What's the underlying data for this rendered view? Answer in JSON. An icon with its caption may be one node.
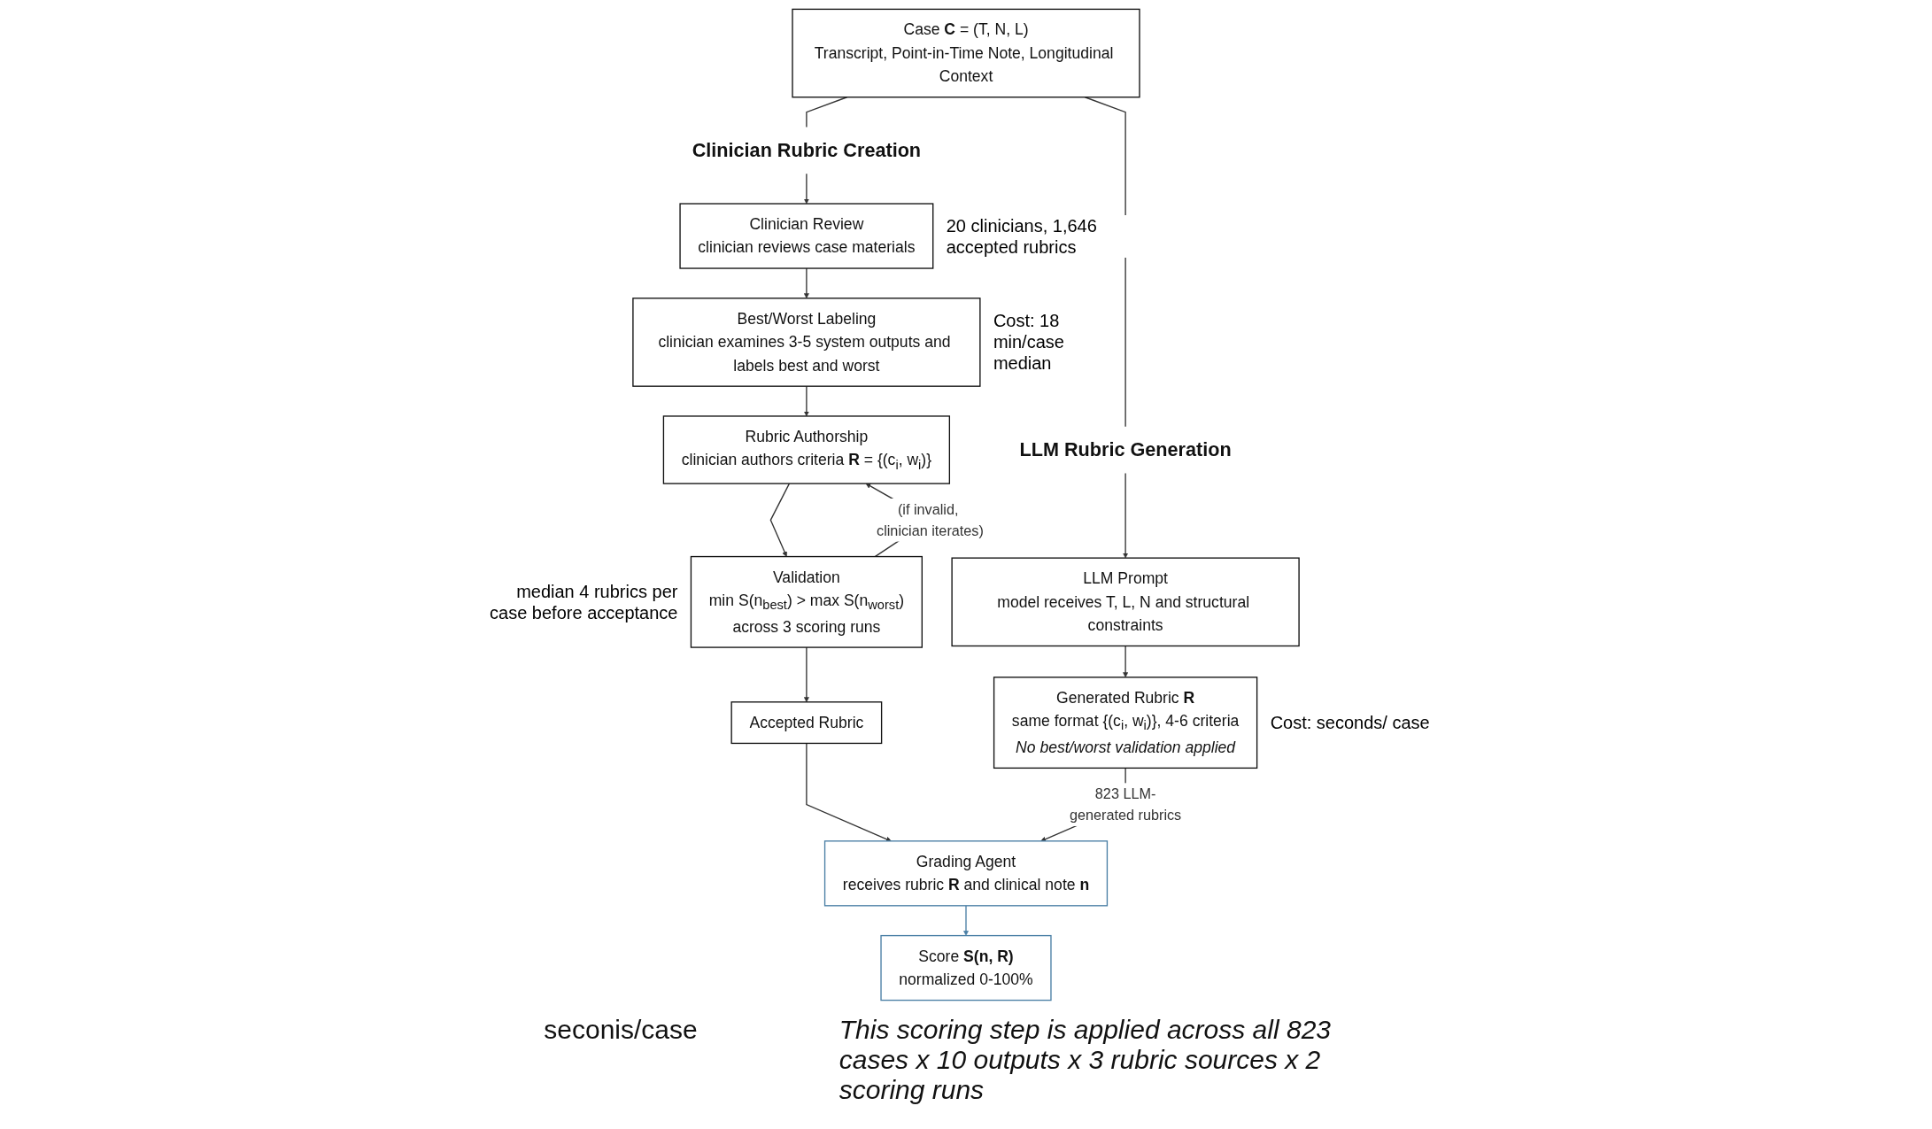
{
  "diagram": {
    "nodes": [
      {
        "text": [
          "Case **C** = (T, N, L)",
          "Transcript, Point-in-Time Note, Longitudinal Context"
        ]
      },
      {
        "text": [
          "Clinician Rubric Creation"
        ]
      },
      {
        "text": [
          "LLM Rubric Generation"
        ]
      },
      {
        "text": [
          "Clinician Review",
          "clinician reviews case materials"
        ],
        "beside": [
          "20 clinicians, 1,646 accepted rubrics"
        ]
      },
      {
        "text": [
          "Best/Worst Labeling",
          "clinician examines 3-5 system outputs and labels best and worst"
        ],
        "beside": [
          "Cost: 18 min/case median"
        ]
      },
      {
        "text": [
          "Rubric Authorship",
          "clinician authors criteria **R** = {(c$_{i}$, w$_{i}$)}"
        ]
      },
      {
        "text": [
          "Validation",
          "min S(n$_{best}$) > max S(n$_{worst}$)",
          "across 3 scoring runs"
        ],
        "beside": [
          "median 4 rubrics per case before acceptance"
        ]
      },
      {
        "text": [
          "Accepted Rubric"
        ]
      },
      {
        "text": [
          "LLM Prompt",
          "model receives T, L, N and structural constraints"
        ]
      },
      {
        "text": [
          "Generated Rubric **R**",
          "same format {(c$_{i}$, w$_{i}$)}, 4-6 criteria",
          "*No best/worst validation applied*"
        ],
        "beside": [
          "Cost: seconds/ case"
        ]
      },
      {
        "text": [
          "Grading Agent",
          "receives rubric **R** and clinical note **n**"
        ]
      },
      {
        "text": [
          "Score **S(n, R)**",
          "normalized 0-100%"
        ]
      }
    ],
    "edges": [
      {
        "from": 0,
        "to": 1,
        "arrow": "none"
      },
      {
        "from": 1,
        "to": 3,
        "arrow": "to"
      },
      {
        "from": 0,
        "to": 2,
        "arrow": "none"
      },
      {
        "from": 2,
        "to": 8,
        "arrow": "to"
      },
      {
        "from": 3,
        "to": 4,
        "arrow": "to"
      },
      {
        "from": 4,
        "to": 5,
        "arrow": "to"
      },
      {
        "from": 5,
        "to": 6,
        "arrow": "to"
      },
      {
        "from": 6,
        "to": 5,
        "label": "(if invalid, clinician iterates)",
        "arrow": "to"
      },
      {
        "from": 6,
        "to": 7,
        "arrow": "to"
      },
      {
        "from": 7,
        "to": 10,
        "arrow": "to"
      },
      {
        "from": 8,
        "to": 9,
        "arrow": "to"
      },
      {
        "from": 9,
        "to": 10,
        "label": "823 LLM-generated rubrics",
        "arrow": "to"
      },
      {
        "from": 10,
        "to": 11,
        "arrow": "to",
        "color": "#4a7fa5"
      }
    ],
    "labels": [
      "seconis/case",
      "This scoring step is applied across all 823 cases x 10 outputs x 3 rubric sources x 2 scoring runs"
    ]
  }
}
